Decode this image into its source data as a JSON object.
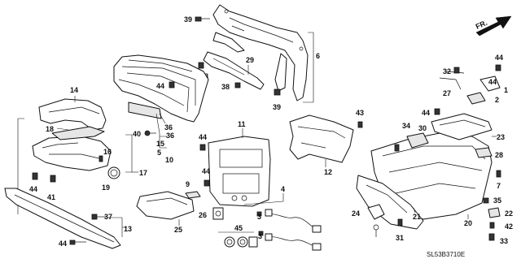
{
  "diagram": {
    "orientation_label": "FR.",
    "diagram_code": "SL53B3710E",
    "callouts": {
      "c1": "1",
      "c2": "2",
      "c3": "3",
      "c4": "4",
      "c5": "5",
      "c6": "6",
      "c7": "7",
      "c9": "9",
      "c10": "10",
      "c11": "11",
      "c12": "12",
      "c13": "13",
      "c14": "14",
      "c15": "15",
      "c16": "16",
      "c17": "17",
      "c18": "18",
      "c19": "19",
      "c20": "20",
      "c21": "21",
      "c22": "22",
      "c23": "23",
      "c24": "24",
      "c25": "25",
      "c26": "26",
      "c27": "27",
      "c28": "28",
      "c29": "29",
      "c30": "30",
      "c31": "31",
      "c32": "32",
      "c33": "33",
      "c34": "34",
      "c35": "35",
      "c36": "36",
      "c37": "37",
      "c38": "38",
      "c39": "39",
      "c40": "40",
      "c41": "41",
      "c42": "42",
      "c43": "43",
      "c44": "44",
      "c45": "45"
    },
    "colors": {
      "line": "#111111",
      "background": "#ffffff",
      "shade": "#e6e6e6"
    }
  }
}
